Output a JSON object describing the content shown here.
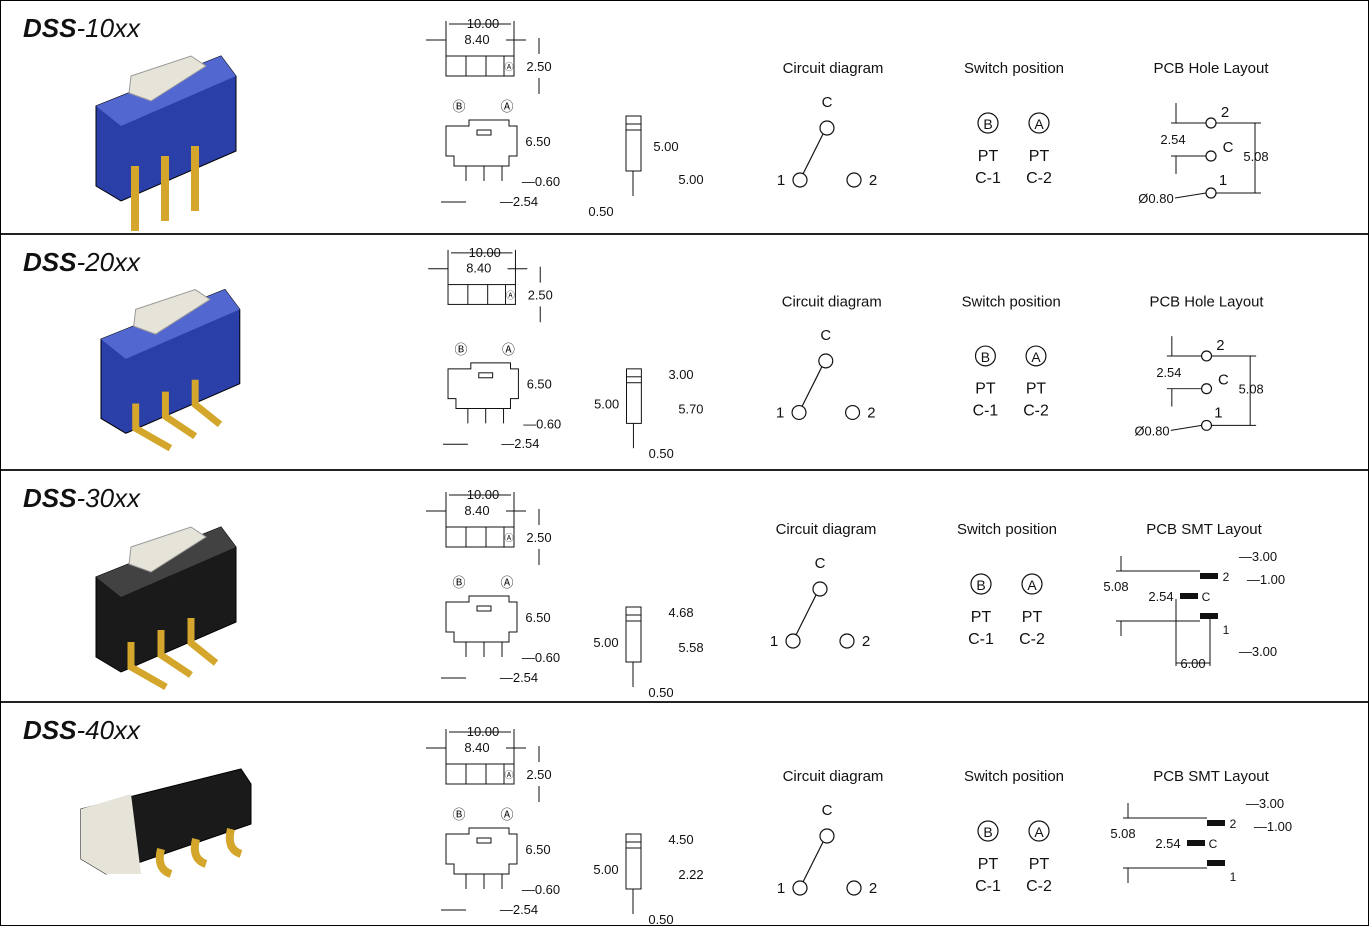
{
  "labels": {
    "circuit_title": "Circuit diagram",
    "switch_title": "Switch position",
    "pcb_hole_title": "PCB  Hole Layout",
    "pcb_smt_title": "PCB  SMT Layout",
    "pos_b": "B",
    "pos_a": "A",
    "pt": "PT",
    "c1": "C-1",
    "c2": "C-2",
    "pin_c": "C",
    "pin_1": "1",
    "pin_2": "2"
  },
  "rows": [
    {
      "series_prefix": "DSS",
      "series_suffix": "-10xx",
      "body_color": "#2a3fa8",
      "pcb": "hole",
      "dims": {
        "w": "10.00",
        "w2": "8.40",
        "t": "2.50",
        "h": "6.50",
        "pin": "0.60",
        "pitch": "2.54",
        "s1": "5.00",
        "s2": "5.00",
        "s3": "0.50"
      },
      "pcb_dims": {
        "a": "2.54",
        "b": "5.08",
        "c": "Ø0.80"
      }
    },
    {
      "series_prefix": "DSS",
      "series_suffix": "-20xx",
      "body_color": "#2a3fa8",
      "pcb": "hole",
      "dims": {
        "w": "10.00",
        "w2": "8.40",
        "t": "2.50",
        "h": "6.50",
        "pin": "0.60",
        "pitch": "2.54",
        "s1": "3.00",
        "s2": "5.00",
        "s3": "5.70",
        "s4": "0.50"
      },
      "pcb_dims": {
        "a": "2.54",
        "b": "5.08",
        "c": "Ø0.80"
      }
    },
    {
      "series_prefix": "DSS",
      "series_suffix": "-30xx",
      "body_color": "#1a1a1a",
      "pcb": "smt",
      "dims": {
        "w": "10.00",
        "w2": "8.40",
        "t": "2.50",
        "h": "6.50",
        "pin": "0.60",
        "pitch": "2.54",
        "s1": "4.68",
        "s2": "5.00",
        "s3": "5.58",
        "s4": "0.50"
      },
      "pcb_dims": {
        "a": "3.00",
        "b": "5.08",
        "c": "2.54",
        "d": "1.00",
        "e": "3.00",
        "f": "6.00"
      }
    },
    {
      "series_prefix": "DSS",
      "series_suffix": "-40xx",
      "body_color": "#1a1a1a",
      "pcb": "smt",
      "dims": {
        "w": "10.00",
        "w2": "8.40",
        "t": "2.50",
        "h": "6.50",
        "pin": "0.60",
        "pitch": "2.54",
        "s1": "4.50",
        "s2": "5.00",
        "s3": "2.22",
        "s4": "0.50"
      },
      "pcb_dims": {
        "a": "3.00",
        "b": "5.08",
        "c": "2.54",
        "d": "1.00"
      }
    }
  ]
}
